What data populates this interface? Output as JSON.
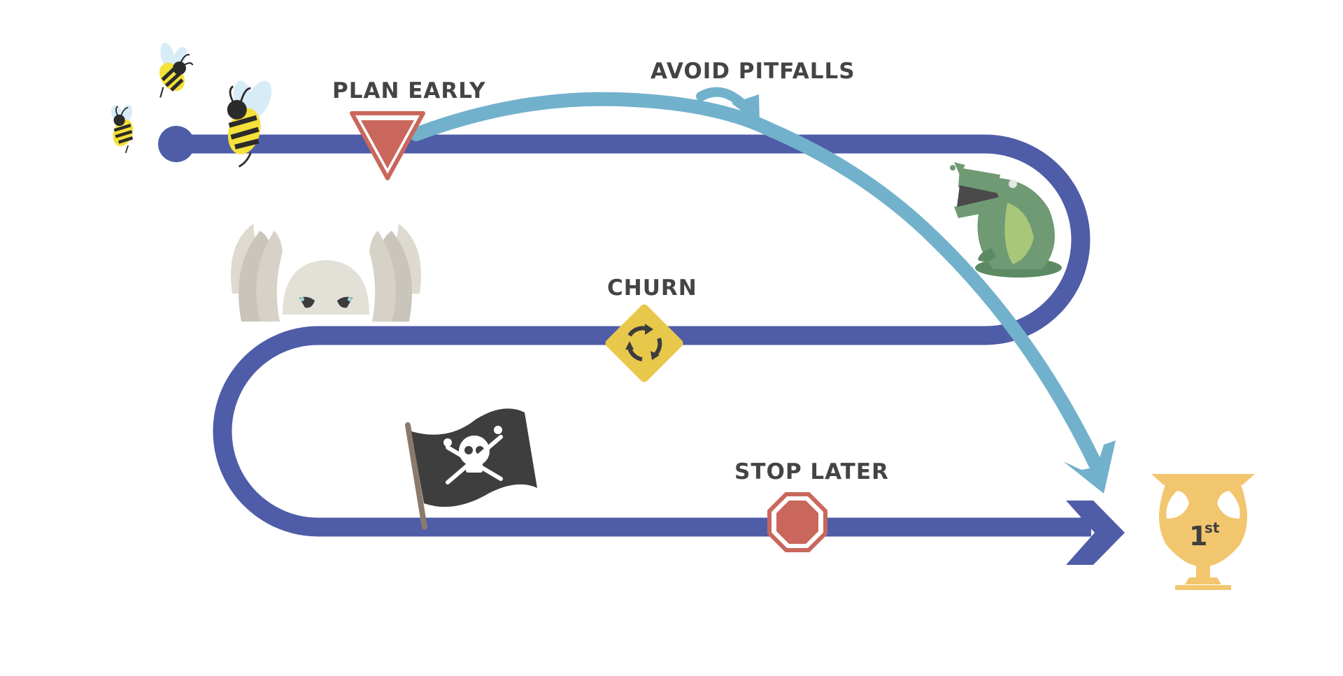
{
  "labels": {
    "plan_early": "PLAN EARLY",
    "avoid_pitfalls": "AVOID PITFALLS",
    "churn": "CHURN",
    "stop_later": "STOP LATER"
  },
  "trophy": {
    "rank": "1",
    "suffix": "st"
  },
  "colors": {
    "main_path": "#4f5ca8",
    "shortcut_path": "#72b1cc",
    "yield_sign": "#c9675c",
    "stop_sign": "#c9675c",
    "churn_sign": "#e8c84a",
    "trophy": "#f2c66e",
    "crocodile": "#6f9a73",
    "octopus": "#e3e0d7",
    "bee_yellow": "#f4e13a",
    "pirate_flag": "#3e3e3e"
  },
  "icons": [
    "bee-icon",
    "yield-sign-icon",
    "octopus-icon",
    "crocodile-icon",
    "churn-sign-icon",
    "pirate-flag-icon",
    "stop-sign-icon",
    "trophy-icon",
    "curved-arrow-icon"
  ]
}
